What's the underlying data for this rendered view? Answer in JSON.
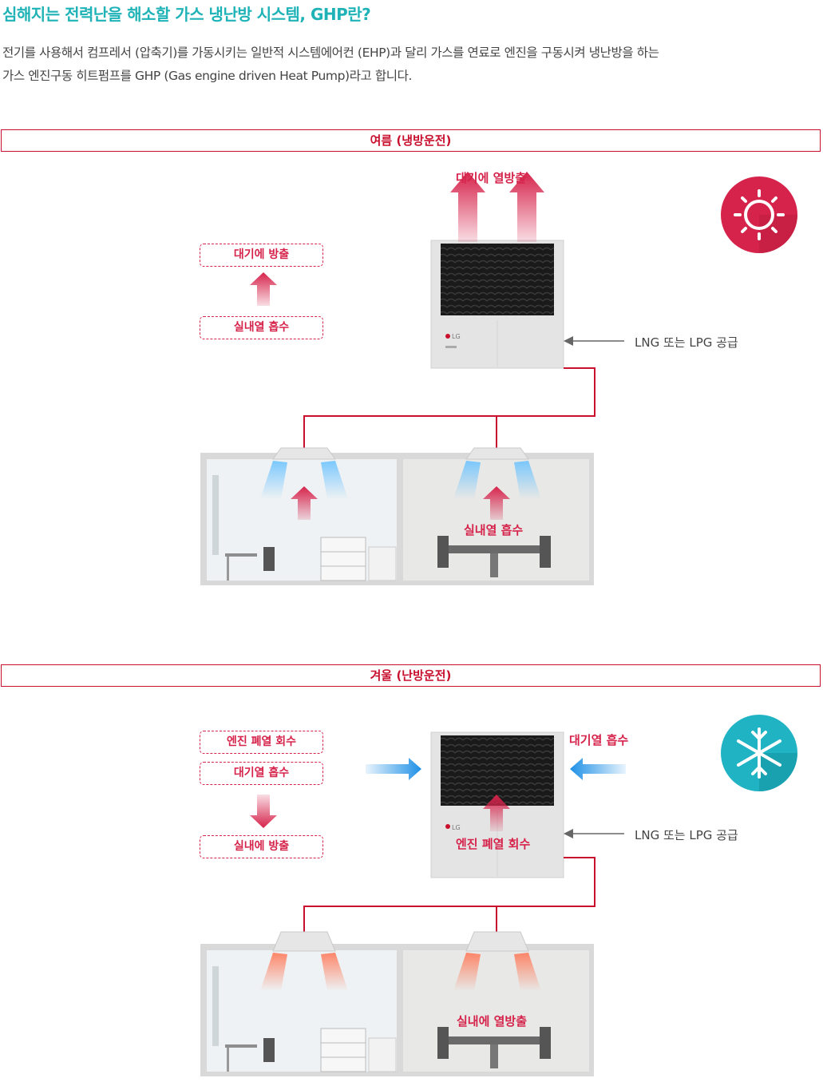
{
  "header": {
    "title": "심해지는 전력난을 해소할 가스 냉난방 시스템, GHP란?",
    "desc_line1": "전기를 사용해서 컴프레서 (압축기)를 가동시키는 일반적 시스템에어컨 (EHP)과 달리 가스를 연료로 엔진을 구동시켜 냉난방을 하는",
    "desc_line2": "가스 엔진구동 히트펌프를 GHP (Gas engine driven Heat Pump)라고 합니다."
  },
  "summer": {
    "section_title": "여름 (냉방운전)",
    "outdoor_top_label": "대기에 열방출",
    "box_top": "대기에 방출",
    "box_bottom": "실내열 흡수",
    "gas_label": "LNG 또는 LPG 공급",
    "room_label": "실내열 흡수",
    "unit_logo": "LG",
    "icon": "sun-icon",
    "icon_color": "#d6234b"
  },
  "winter": {
    "section_title": "겨울 (난방운전)",
    "box_1": "엔진 폐열 회수",
    "box_2": "대기열 흡수",
    "box_3": "실내에 방출",
    "right_label": "대기열 흡수",
    "unit_label": "엔진 폐열 회수",
    "gas_label": "LNG 또는 LPG 공급",
    "room_label": "실내에 열방출",
    "unit_logo": "LG",
    "icon": "snowflake-icon",
    "icon_color": "#1fb3c4"
  },
  "colors": {
    "accent_teal": "#1fb3b7",
    "accent_red": "#d6234b",
    "pipe": "#c8102e",
    "blue_arrow": "#1e90e6"
  }
}
